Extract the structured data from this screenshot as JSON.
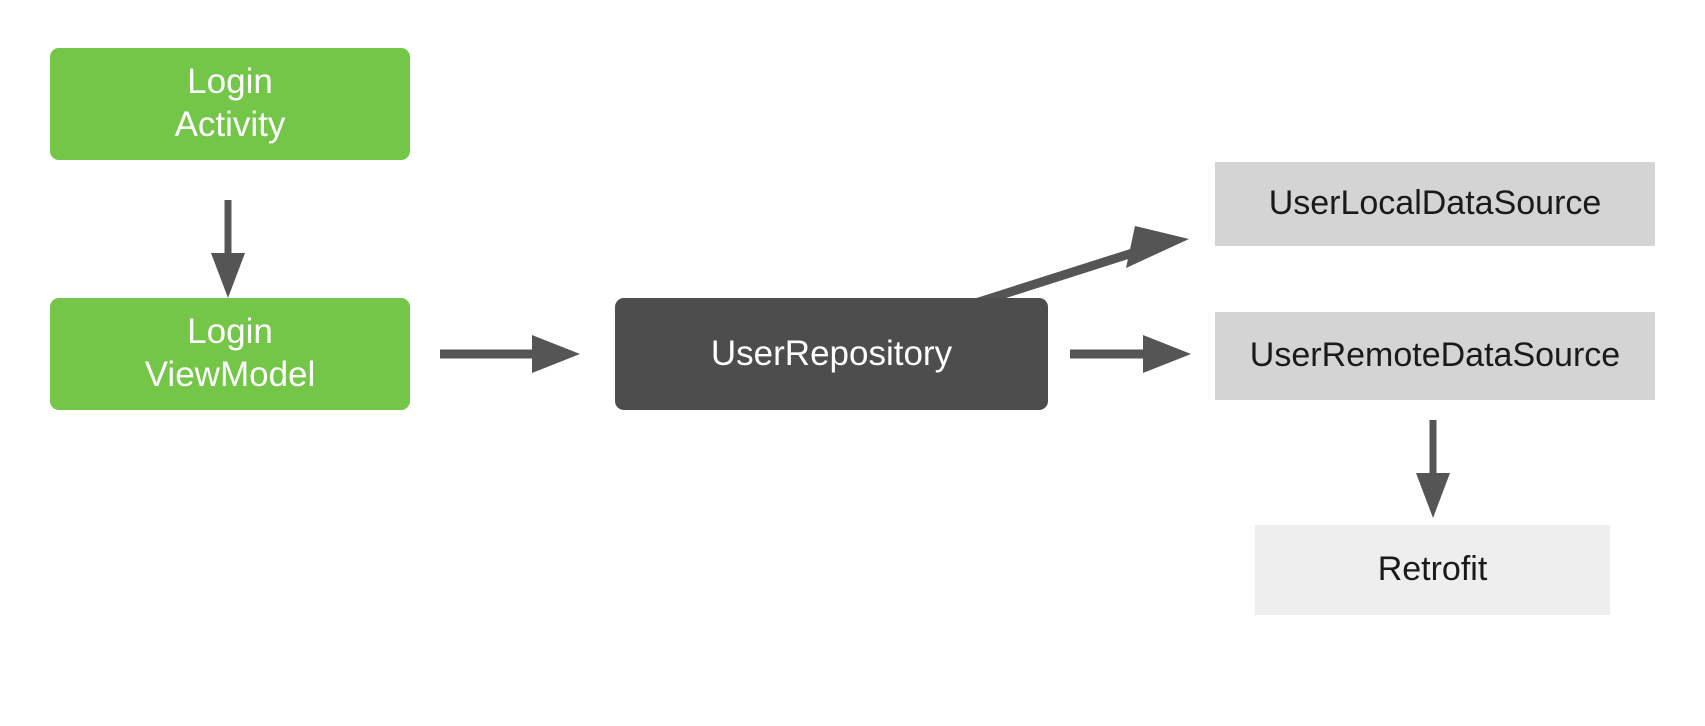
{
  "diagram": {
    "title": "Android app layered architecture flow",
    "background_color": "#ffffff",
    "arrow_color": "#555555",
    "colors": {
      "presentation_green": "#73c648",
      "repository_dark": "#4d4d4d",
      "datasource_gray": "#d4d4d4",
      "library_gray": "#eeeeee",
      "green_text": "#ffffff",
      "dark_text": "#ffffff",
      "gray_text": "#1a1a1a"
    },
    "nodes": [
      {
        "id": "login-activity",
        "label": "Login\nActivity",
        "style": "green"
      },
      {
        "id": "login-viewmodel",
        "label": "Login\nViewModel",
        "style": "green"
      },
      {
        "id": "user-repository",
        "label": "UserRepository",
        "style": "dark"
      },
      {
        "id": "user-local-ds",
        "label": "UserLocalDataSource",
        "style": "gray"
      },
      {
        "id": "user-remote-ds",
        "label": "UserRemoteDataSource",
        "style": "gray"
      },
      {
        "id": "retrofit",
        "label": "Retrofit",
        "style": "lightgray"
      }
    ],
    "edges": [
      {
        "id": "edge-activity-to-viewmodel",
        "from": "login-activity",
        "to": "login-viewmodel",
        "direction": "down"
      },
      {
        "id": "edge-viewmodel-to-repository",
        "from": "login-viewmodel",
        "to": "user-repository",
        "direction": "right"
      },
      {
        "id": "edge-repository-to-local",
        "from": "user-repository",
        "to": "user-local-ds",
        "direction": "up-right"
      },
      {
        "id": "edge-repository-to-remote",
        "from": "user-repository",
        "to": "user-remote-ds",
        "direction": "right"
      },
      {
        "id": "edge-remote-to-retrofit",
        "from": "user-remote-ds",
        "to": "retrofit",
        "direction": "down"
      }
    ]
  }
}
